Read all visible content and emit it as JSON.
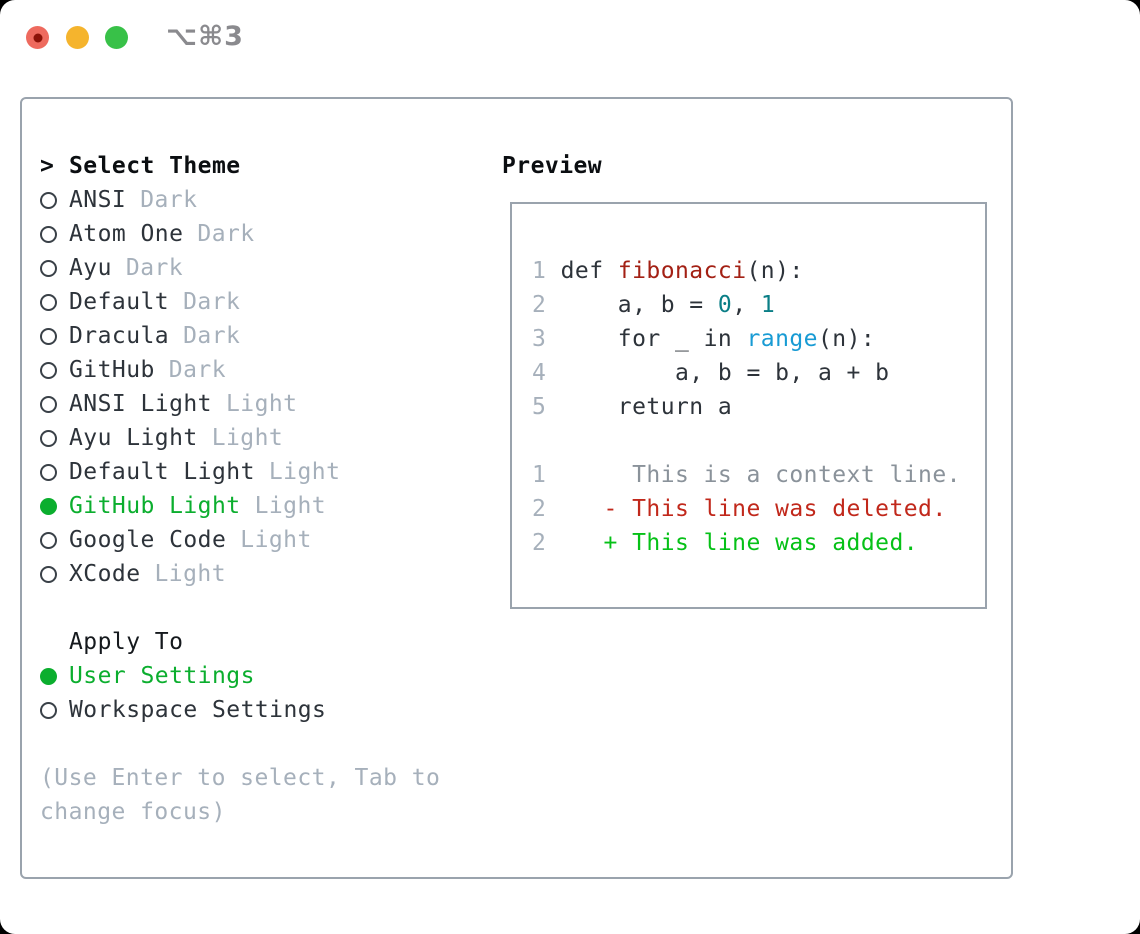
{
  "window": {
    "shortcut_label": "⌥⌘3"
  },
  "traffic_lights": [
    {
      "name": "close-button",
      "color": "#ee6a5e",
      "inner_dot": "#8c1208"
    },
    {
      "name": "minimize-button",
      "color": "#f5b42d",
      "inner_dot": null
    },
    {
      "name": "zoom-button",
      "color": "#38c148",
      "inner_dot": null
    }
  ],
  "theme_picker": {
    "prompt_marker": ">",
    "title": "Select Theme",
    "options": [
      {
        "label": "ANSI",
        "badge": "Dark",
        "selected": false
      },
      {
        "label": "Atom One",
        "badge": "Dark",
        "selected": false
      },
      {
        "label": "Ayu",
        "badge": "Dark",
        "selected": false
      },
      {
        "label": "Default",
        "badge": "Dark",
        "selected": false
      },
      {
        "label": "Dracula",
        "badge": "Dark",
        "selected": false
      },
      {
        "label": "GitHub",
        "badge": "Dark",
        "selected": false
      },
      {
        "label": "ANSI Light",
        "badge": "Light",
        "selected": false
      },
      {
        "label": "Ayu Light",
        "badge": "Light",
        "selected": false
      },
      {
        "label": "Default Light",
        "badge": "Light",
        "selected": false
      },
      {
        "label": "GitHub Light",
        "badge": "Light",
        "selected": true
      },
      {
        "label": "Google Code",
        "badge": "Light",
        "selected": false
      },
      {
        "label": "XCode",
        "badge": "Light",
        "selected": false
      }
    ],
    "apply_to": {
      "title": "Apply To",
      "options": [
        {
          "label": "User Settings",
          "selected": true
        },
        {
          "label": "Workspace Settings",
          "selected": false
        }
      ]
    },
    "hint": "(Use Enter to select, Tab to\nchange focus)"
  },
  "preview": {
    "title": "Preview",
    "lines": [
      {
        "num": "1",
        "tokens": [
          {
            "t": "def ",
            "c": "code"
          },
          {
            "t": "fibonacci",
            "c": "func"
          },
          {
            "t": "(n):",
            "c": "code"
          }
        ]
      },
      {
        "num": "2",
        "tokens": [
          {
            "t": "    a, b = ",
            "c": "code"
          },
          {
            "t": "0",
            "c": "numlit"
          },
          {
            "t": ", ",
            "c": "code"
          },
          {
            "t": "1",
            "c": "numlit"
          }
        ]
      },
      {
        "num": "3",
        "tokens": [
          {
            "t": "    for _ in ",
            "c": "code"
          },
          {
            "t": "range",
            "c": "builtin"
          },
          {
            "t": "(n):",
            "c": "code"
          }
        ]
      },
      {
        "num": "4",
        "tokens": [
          {
            "t": "        a, b = b, a + b",
            "c": "code"
          }
        ]
      },
      {
        "num": "5",
        "tokens": [
          {
            "t": "    return a",
            "c": "code"
          }
        ]
      },
      {
        "num": "",
        "tokens": []
      },
      {
        "num": "1",
        "tokens": [
          {
            "t": "     This is a context line.",
            "c": "ctx"
          }
        ]
      },
      {
        "num": "2",
        "tokens": [
          {
            "t": "   - This line was deleted.",
            "c": "del"
          }
        ]
      },
      {
        "num": "2",
        "tokens": [
          {
            "t": "   + This line was added.",
            "c": "add"
          }
        ]
      }
    ]
  },
  "colors": {
    "selection_green": "#0bae2e",
    "diff_added": "#06c117",
    "diff_deleted": "#c1281b",
    "diff_context": "#8a929a",
    "syntax_function": "#a32014",
    "syntax_number_literal": "#0a7e86",
    "syntax_builtin": "#189bd4",
    "code_text": "#2d333a",
    "line_number_gray": "#a6b0bb",
    "muted_gray": "#a6b0bb",
    "panel_border": "#9aa3ad"
  }
}
